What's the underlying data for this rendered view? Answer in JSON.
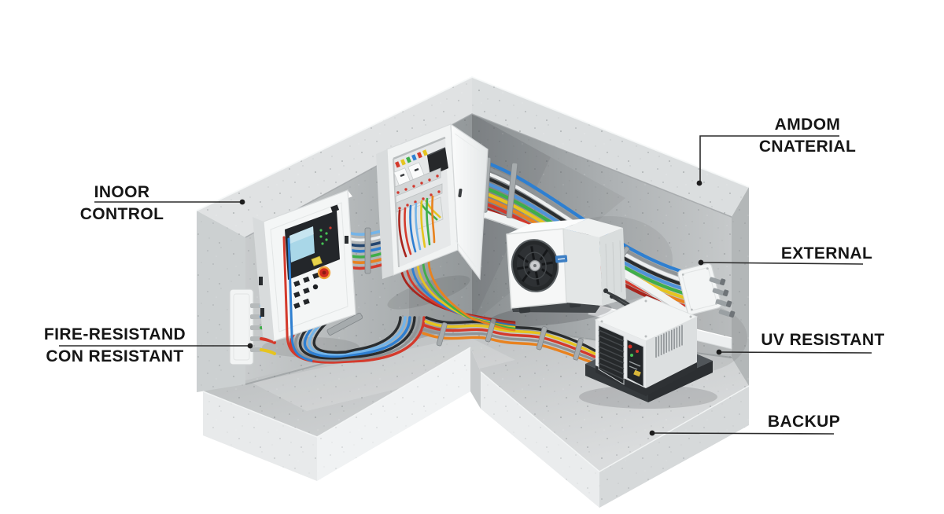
{
  "callouts": {
    "indoor_control": {
      "line1": "INOOR",
      "line2": "CONTROL"
    },
    "fire_conduit": {
      "line1": "FIRE-RESISTAND",
      "line2": "CON RESISTANT"
    },
    "wall_material": {
      "line1": "AMDOM",
      "line2": "CNATERIAL"
    },
    "external": {
      "line1": "EXTERNAL"
    },
    "uv_resistant": {
      "line1": "UV RESISTANT"
    },
    "backup": {
      "line1": "BACKUP"
    }
  },
  "colors": {
    "label_text": "#161616",
    "leader_line": "#2b2b2b",
    "concrete_light": "#e0e2e3",
    "concrete_mid": "#c5c8c9",
    "concrete_dark": "#9aa0a2",
    "equipment_white": "#f4f6f6",
    "brand_blue": "#3d7fc4",
    "estop_red": "#d22b20",
    "estop_ring": "#f0a33a",
    "indicator_green": "#46c455",
    "indicator_red": "#d2392e",
    "screen_blue": "#a9d7e8",
    "cable_blue": "#2e7fd1",
    "cable_mid_blue": "#4f93d8",
    "cable_light_blue": "#74b4e8",
    "cable_white": "#edeff0",
    "cable_gray": "#8f9497",
    "cable_black": "#2a2d2f",
    "cable_navy": "#23456e",
    "cable_red": "#d43a2c",
    "cable_dark_red": "#a8241d",
    "cable_orange": "#e8821f",
    "cable_yellow": "#e6c41f",
    "cable_green": "#3fae49"
  },
  "cable_bundles": {
    "panel_link": [
      "light_blue",
      "white",
      "navy",
      "blue",
      "green",
      "orange",
      "red"
    ],
    "wall_rainbow": [
      "blue",
      "gray",
      "white",
      "black",
      "mid_blue",
      "green",
      "yellow",
      "orange",
      "red",
      "dark_red"
    ],
    "floor_run": [
      "black",
      "yellow",
      "red",
      "gray",
      "orange"
    ],
    "breaker_drop": [
      "dark_red",
      "red",
      "blue",
      "yellow",
      "green",
      "orange"
    ],
    "service_loop": [
      "red",
      "gray",
      "black",
      "blue",
      "light_blue",
      "black"
    ]
  }
}
